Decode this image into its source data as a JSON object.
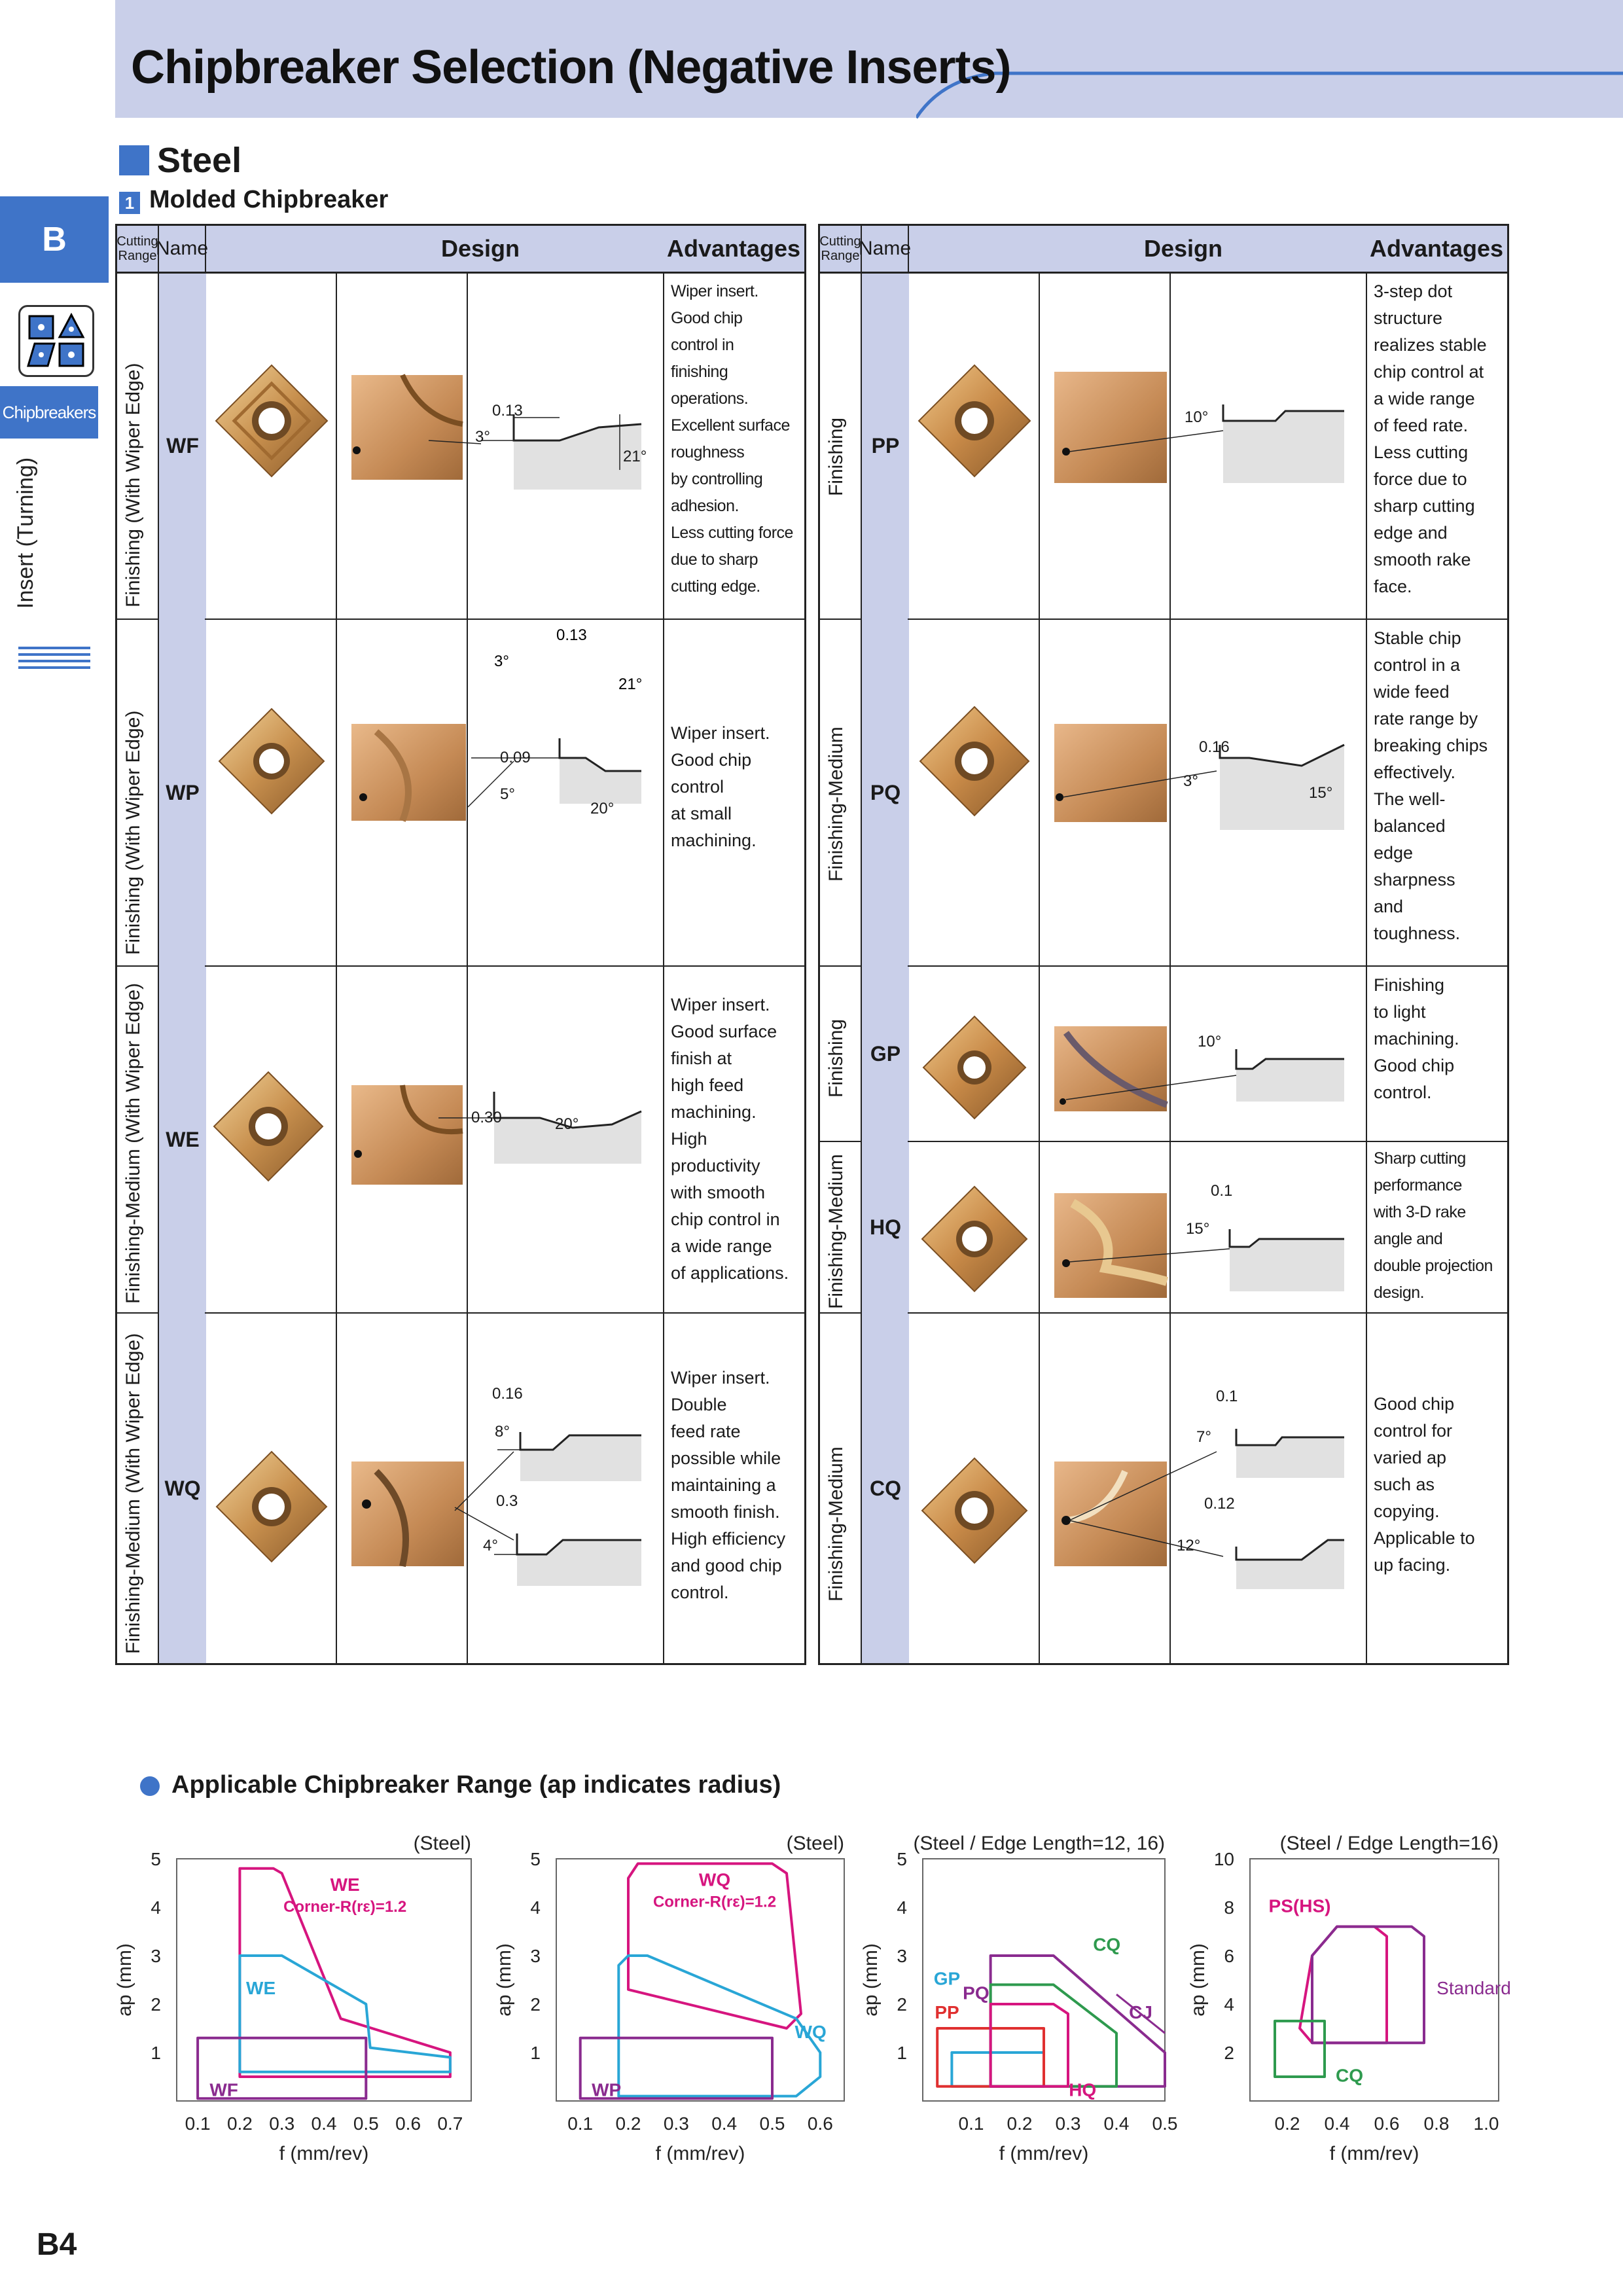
{
  "header": {
    "title": "Chipbreaker Selection (Negative Inserts)"
  },
  "sidebar": {
    "section_letter": "B",
    "chipbreakers": "Chipbreakers",
    "category": "Insert (Turning)"
  },
  "section": {
    "title": "Steel",
    "sub_num": "1",
    "sub_title": "Molded Chipbreaker"
  },
  "table_headers": {
    "cutting": "Cutting",
    "range": "Range",
    "name": "Name",
    "design": "Design",
    "advantages": "Advantages"
  },
  "left_rows": [
    {
      "range": "Finishing (With Wiper Edge)",
      "name": "WF",
      "advantages": [
        "Wiper insert.",
        "Good chip",
        "control in",
        "finishing",
        "operations.",
        "Excellent surface",
        "roughness",
        "by controlling",
        "adhesion.",
        "Less cutting force",
        "due to sharp",
        "cutting edge."
      ],
      "dims": [
        "0.13",
        "3°",
        "21°"
      ]
    },
    {
      "range": "Finishing (With Wiper Edge)",
      "name": "WP",
      "advantages": [
        "Wiper insert.",
        "Good chip",
        "control",
        "at small",
        "machining."
      ],
      "dims": [
        "0.09",
        "5°",
        "20°"
      ]
    },
    {
      "range": "Finishing-Medium (With Wiper Edge)",
      "name": "WE",
      "advantages": [
        "Wiper insert.",
        "Good surface",
        "finish at",
        "high feed",
        "machining.",
        "High",
        "productivity",
        "with smooth",
        "chip control in",
        "a wide range",
        "of applications."
      ],
      "dims": [
        "0.30",
        "20°"
      ]
    },
    {
      "range": "Finishing-Medium (With Wiper Edge)",
      "name": "WQ",
      "advantages": [
        "Wiper insert.",
        "Double",
        "feed rate",
        "possible while",
        "maintaining a",
        "smooth finish.",
        "High efficiency",
        "and good chip",
        "control."
      ],
      "dims": [
        "0.16",
        "8°",
        "0.3",
        "4°"
      ]
    }
  ],
  "right_rows": [
    {
      "range": "Finishing",
      "name": "PP",
      "advantages": [
        "3-step dot",
        "structure",
        "realizes stable",
        "chip control at",
        "a wide range",
        "of feed rate.",
        "Less cutting",
        "force due to",
        "sharp cutting",
        "edge and",
        "smooth rake",
        "face."
      ],
      "dims": [
        "10°"
      ]
    },
    {
      "range": "Finishing-Medium",
      "name": "PQ",
      "advantages": [
        "Stable chip",
        "control in a",
        "wide feed",
        "rate range by",
        "breaking chips",
        "effectively.",
        "The well-",
        "balanced",
        "edge",
        "sharpness",
        "and",
        "toughness."
      ],
      "dims": [
        "0.16",
        "3°",
        "15°"
      ]
    },
    {
      "range": "Finishing",
      "name": "GP",
      "advantages": [
        "Finishing",
        "to light",
        "machining.",
        "Good chip",
        "control."
      ],
      "dims": [
        "10°"
      ]
    },
    {
      "range": "Finishing-Medium",
      "name": "HQ",
      "advantages": [
        "Sharp cutting",
        "performance",
        "with 3-D  rake",
        "angle and",
        "double projection",
        "design."
      ],
      "dims": [
        "0.1",
        "15°"
      ]
    },
    {
      "range": "Finishing-Medium",
      "name": "CQ",
      "advantages": [
        "Good chip",
        "control for",
        "varied ap",
        "such as",
        "copying.",
        "Applicable to",
        "up facing."
      ],
      "dims": [
        "0.1",
        "7°",
        "0.12",
        "12°"
      ]
    }
  ],
  "range_section": {
    "title": "Applicable Chipbreaker Range (ap indicates radius)"
  },
  "chart_data": [
    {
      "type": "area",
      "title": "(Steel)",
      "xlabel": "f (mm/rev)",
      "ylabel": "ap (mm)",
      "xlim": [
        0.05,
        0.75
      ],
      "ylim": [
        0,
        5
      ],
      "xticks": [
        "0.1",
        "0.2",
        "0.3",
        "0.4",
        "0.5",
        "0.6",
        "0.7"
      ],
      "yticks": [
        "1",
        "2",
        "3",
        "4",
        "5"
      ],
      "series": [
        {
          "name": "WE",
          "sublabel": "Corner-R(rε)=1.2",
          "color": "#d6157f",
          "points": [
            [
              0.2,
              4.8
            ],
            [
              0.28,
              4.8
            ],
            [
              0.3,
              4.7
            ],
            [
              0.44,
              1.7
            ],
            [
              0.7,
              1.0
            ],
            [
              0.7,
              0.5
            ],
            [
              0.2,
              0.5
            ]
          ]
        },
        {
          "name": "WE",
          "color": "#29a6d6",
          "points": [
            [
              0.2,
              3.0
            ],
            [
              0.3,
              3.0
            ],
            [
              0.5,
              2.0
            ],
            [
              0.51,
              1.1
            ],
            [
              0.7,
              0.9
            ],
            [
              0.7,
              0.6
            ],
            [
              0.2,
              0.6
            ],
            [
              0.2,
              3.0
            ]
          ]
        },
        {
          "name": "WF",
          "color": "#8a2b8f",
          "points": [
            [
              0.1,
              1.3
            ],
            [
              0.5,
              1.3
            ],
            [
              0.5,
              0.05
            ],
            [
              0.1,
              0.05
            ]
          ]
        }
      ]
    },
    {
      "type": "area",
      "title": "(Steel)",
      "xlabel": "f (mm/rev)",
      "ylabel": "ap (mm)",
      "xlim": [
        0.05,
        0.65
      ],
      "ylim": [
        0,
        5
      ],
      "xticks": [
        "0.1",
        "0.2",
        "0.3",
        "0.4",
        "0.5",
        "0.6"
      ],
      "yticks": [
        "1",
        "2",
        "3",
        "4",
        "5"
      ],
      "series": [
        {
          "name": "WQ",
          "sublabel": "Corner-R(rε)=1.2",
          "color": "#d6157f",
          "points": [
            [
              0.22,
              4.9
            ],
            [
              0.5,
              4.9
            ],
            [
              0.53,
              4.7
            ],
            [
              0.56,
              1.8
            ],
            [
              0.53,
              1.5
            ],
            [
              0.2,
              2.3
            ],
            [
              0.2,
              4.6
            ]
          ]
        },
        {
          "name": "WQ",
          "color": "#29a6d6",
          "points": [
            [
              0.2,
              3.0
            ],
            [
              0.24,
              3.0
            ],
            [
              0.55,
              1.7
            ],
            [
              0.6,
              1.0
            ],
            [
              0.6,
              0.5
            ],
            [
              0.55,
              0.1
            ],
            [
              0.18,
              0.1
            ],
            [
              0.18,
              2.8
            ]
          ]
        },
        {
          "name": "WP",
          "color": "#8a2b8f",
          "points": [
            [
              0.1,
              1.3
            ],
            [
              0.5,
              1.3
            ],
            [
              0.5,
              0.05
            ],
            [
              0.1,
              0.05
            ]
          ]
        }
      ]
    },
    {
      "type": "area",
      "title": "(Steel / Edge Length=12, 16)",
      "xlabel": "f (mm/rev)",
      "ylabel": "ap (mm)",
      "xlim": [
        0.0,
        0.5
      ],
      "ylim": [
        0,
        5
      ],
      "xticks": [
        "0.1",
        "0.2",
        "0.3",
        "0.4",
        "0.5"
      ],
      "yticks": [
        "1",
        "2",
        "3",
        "4",
        "5"
      ],
      "series": [
        {
          "name": "GP",
          "color": "#29a6d6",
          "points": [
            [
              0.06,
              1.0
            ],
            [
              0.25,
              1.0
            ],
            [
              0.25,
              0.3
            ],
            [
              0.06,
              0.3
            ]
          ]
        },
        {
          "name": "PP",
          "color": "#e03030",
          "points": [
            [
              0.03,
              1.5
            ],
            [
              0.25,
              1.5
            ],
            [
              0.25,
              0.3
            ],
            [
              0.03,
              0.3
            ]
          ]
        },
        {
          "name": "PQ",
          "color": "#8a2b8f",
          "points": [
            [
              0.14,
              3.0
            ],
            [
              0.27,
              3.0
            ],
            [
              0.5,
              1.0
            ],
            [
              0.5,
              0.3
            ],
            [
              0.14,
              0.3
            ]
          ]
        },
        {
          "name": "CQ",
          "color": "#2e9a4e",
          "points": [
            [
              0.14,
              2.4
            ],
            [
              0.27,
              2.4
            ],
            [
              0.4,
              1.4
            ],
            [
              0.4,
              0.3
            ],
            [
              0.14,
              0.3
            ]
          ]
        },
        {
          "name": "HQ",
          "color": "#d6157f",
          "points": [
            [
              0.14,
              2.0
            ],
            [
              0.27,
              2.0
            ],
            [
              0.3,
              1.8
            ],
            [
              0.3,
              0.3
            ],
            [
              0.14,
              0.3
            ]
          ]
        },
        {
          "name": "CJ",
          "color": "#8a2b8f",
          "points": []
        }
      ]
    },
    {
      "type": "area",
      "title": "(Steel / Edge Length=16)",
      "xlabel": "f (mm/rev)",
      "ylabel": "ap (mm)",
      "xlim": [
        0.05,
        1.05
      ],
      "ylim": [
        0,
        10
      ],
      "xticks": [
        "0.2",
        "0.4",
        "0.6",
        "0.8",
        "1.0"
      ],
      "yticks": [
        "2",
        "4",
        "6",
        "8",
        "10"
      ],
      "series": [
        {
          "name": "PS(HS)",
          "color": "#d6157f",
          "points": [
            [
              0.4,
              7.2
            ],
            [
              0.55,
              7.2
            ],
            [
              0.6,
              6.8
            ],
            [
              0.6,
              2.4
            ],
            [
              0.3,
              2.4
            ],
            [
              0.25,
              3.0
            ],
            [
              0.3,
              6.0
            ]
          ]
        },
        {
          "name": "Standard",
          "color": "#8a2b8f",
          "points": [
            [
              0.4,
              7.2
            ],
            [
              0.7,
              7.2
            ],
            [
              0.75,
              6.8
            ],
            [
              0.75,
              2.4
            ],
            [
              0.3,
              2.4
            ],
            [
              0.3,
              6.0
            ]
          ]
        },
        {
          "name": "CQ",
          "color": "#2e9a4e",
          "points": [
            [
              0.15,
              3.3
            ],
            [
              0.35,
              3.3
            ],
            [
              0.35,
              1.0
            ],
            [
              0.15,
              1.0
            ]
          ]
        }
      ]
    }
  ],
  "page_number": "B4"
}
